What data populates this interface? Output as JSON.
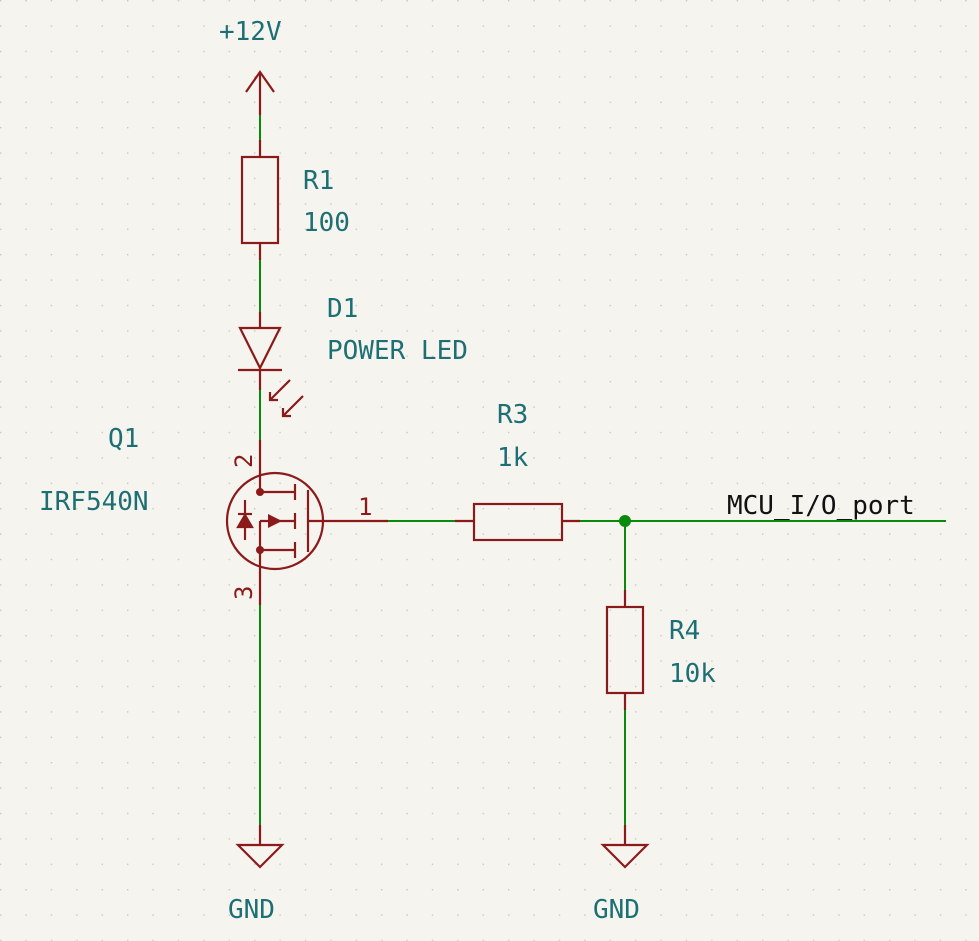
{
  "power": {
    "label": "+12V"
  },
  "r1": {
    "ref": "R1",
    "value": "100"
  },
  "d1": {
    "ref": "D1",
    "value": "POWER LED"
  },
  "q1": {
    "ref": "Q1",
    "value": "IRF540N",
    "pin_drain": "2",
    "pin_gate": "1",
    "pin_source": "3"
  },
  "r3": {
    "ref": "R3",
    "value": "1k"
  },
  "r4": {
    "ref": "R4",
    "value": "10k"
  },
  "net": {
    "label": "MCU_I/O_port"
  },
  "gnd_left": {
    "label": "GND"
  },
  "gnd_right": {
    "label": "GND"
  },
  "colors": {
    "wire": "#0a8a0a",
    "component": "#8b1a1a",
    "label": "#1d6f74",
    "background": "#f5f4ef",
    "net_label": "#111111"
  }
}
